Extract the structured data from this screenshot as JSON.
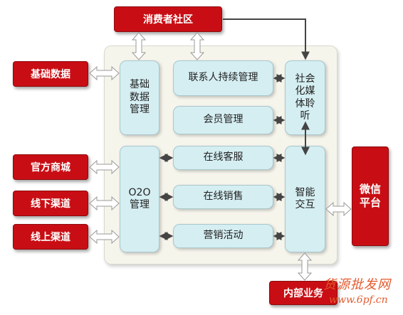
{
  "community": "消费者社区",
  "left": {
    "basic_data": "基础数据",
    "official_mall": "官方商城",
    "offline": "线下渠道",
    "online": "线上渠道"
  },
  "right": {
    "wechat": "微信\n平台"
  },
  "bottom": {
    "internal": "内部业务"
  },
  "inner": {
    "basic_mgmt": "基础\n数据\n管理",
    "contact_mgmt": "联系人持续管理",
    "member_mgmt": "会员管理",
    "social_listen": "社会\n化媒\n体聆\n听",
    "o2o_mgmt": "O2O\n管理",
    "online_service": "在线客服",
    "online_sales": "在线销售",
    "marketing": "营销活动",
    "smart_interact": "智能\n交互"
  },
  "watermark": {
    "line1": "货源批发网",
    "line2": "www.6pf.cn"
  },
  "colors": {
    "red": "#c80e14",
    "box": "#d5eef2",
    "frame": "#f6f5ec",
    "arrow": "#444444"
  }
}
